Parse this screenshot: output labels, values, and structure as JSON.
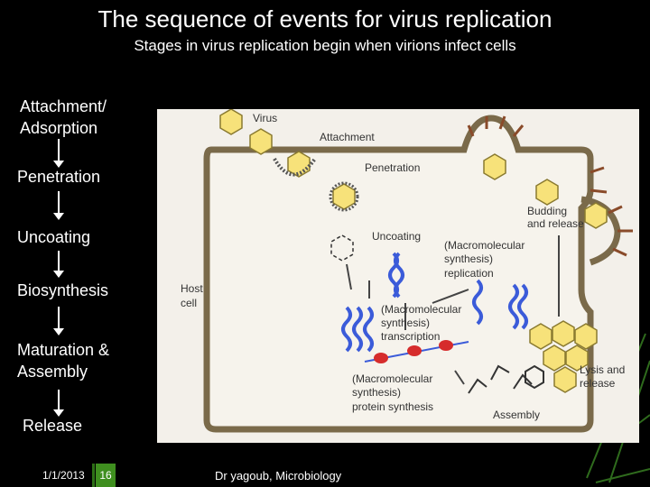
{
  "slide": {
    "title": "The sequence of events for virus replication",
    "subtitle": "Stages in virus replication begin when virions infect cells"
  },
  "steps": [
    {
      "id": "attachment",
      "label": "Attachment/\nAdsorption"
    },
    {
      "id": "penetration",
      "label": "Penetration"
    },
    {
      "id": "uncoating",
      "label": "Uncoating"
    },
    {
      "id": "biosynthesis",
      "label": "Biosynthesis"
    },
    {
      "id": "maturation",
      "label": "Maturation &\nAssembly"
    },
    {
      "id": "release",
      "label": "Release"
    }
  ],
  "figure": {
    "labels": {
      "virus": "Virus",
      "attachment": "Attachment",
      "penetration": "Penetration",
      "budding_line1": "Budding",
      "budding_line2": "and release",
      "uncoating": "Uncoating",
      "replication_line1": "(Macromolecular",
      "replication_line2": "synthesis)",
      "replication_line3": "replication",
      "host_line1": "Host",
      "host_line2": "cell",
      "transcription_line1": "(Macromolecular",
      "transcription_line2": "synthesis)",
      "transcription_line3": "transcription",
      "lysis_line1": "Lysis and",
      "lysis_line2": "release",
      "protein_line1": "(Macromolecular",
      "protein_line2": "synthesis)",
      "protein_line3": "protein synthesis",
      "assembly": "Assembly"
    },
    "colors": {
      "cell_border": "#7a6a4a",
      "cell_fill": "#f6f3ec",
      "virus_fill": "#f7e27a",
      "receptor": "#8a4b2a",
      "dna_blue": "#3b5bd9",
      "ribosome_red": "#d62c2c",
      "arrow": "#444444"
    }
  },
  "footer": {
    "date": "1/1/2013",
    "slide_number": "16",
    "author": "Dr yagoub, Microbiology"
  }
}
